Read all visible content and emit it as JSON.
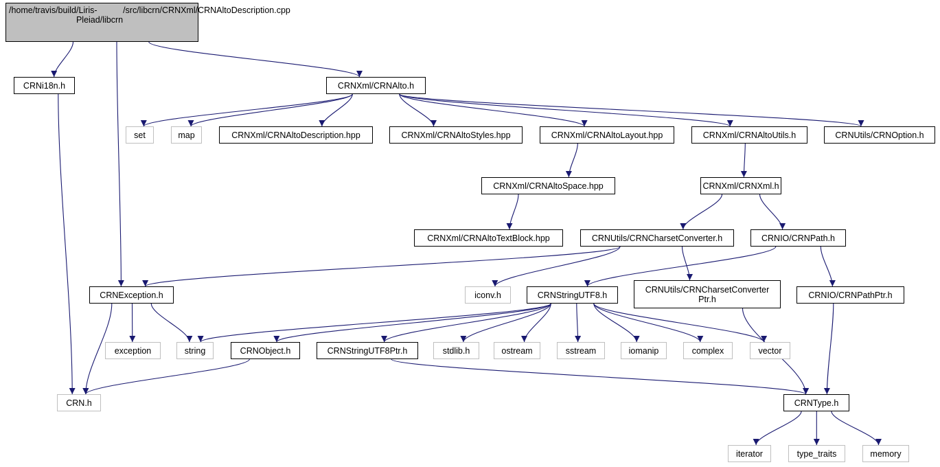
{
  "graph": {
    "colors": {
      "edge": "#191970",
      "local_border": "#000000",
      "system_border": "#bfbfbf",
      "root_fill": "#bfbfbf"
    },
    "nodes": {
      "root": {
        "lines": [
          "/home/travis/build",
          "/Liris-Pleiad/libcrn",
          "/src/libcrn/CRNXml/CRNAltoDescription.cpp"
        ],
        "kind": "root"
      },
      "crni18n": {
        "lines": [
          "CRNi18n.h"
        ],
        "kind": "local"
      },
      "crnalto": {
        "lines": [
          "CRNXml/CRNAlto.h"
        ],
        "kind": "local"
      },
      "set": {
        "lines": [
          "set"
        ],
        "kind": "system"
      },
      "map": {
        "lines": [
          "map"
        ],
        "kind": "system"
      },
      "altodesc": {
        "lines": [
          "CRNXml/CRNAltoDescription.hpp"
        ],
        "kind": "local"
      },
      "altostyles": {
        "lines": [
          "CRNXml/CRNAltoStyles.hpp"
        ],
        "kind": "local"
      },
      "altolayout": {
        "lines": [
          "CRNXml/CRNAltoLayout.hpp"
        ],
        "kind": "local"
      },
      "altoutils": {
        "lines": [
          "CRNXml/CRNAltoUtils.h"
        ],
        "kind": "local"
      },
      "crnoption": {
        "lines": [
          "CRNUtils/CRNOption.h"
        ],
        "kind": "local"
      },
      "altospace": {
        "lines": [
          "CRNXml/CRNAltoSpace.hpp"
        ],
        "kind": "local"
      },
      "crnxml": {
        "lines": [
          "CRNXml/CRNXml.h"
        ],
        "kind": "local"
      },
      "altotextblock": {
        "lines": [
          "CRNXml/CRNAltoTextBlock.hpp"
        ],
        "kind": "local"
      },
      "charsetconv": {
        "lines": [
          "CRNUtils/CRNCharsetConverter.h"
        ],
        "kind": "local"
      },
      "crnpath": {
        "lines": [
          "CRNIO/CRNPath.h"
        ],
        "kind": "local"
      },
      "crnexception": {
        "lines": [
          "CRNException.h"
        ],
        "kind": "local"
      },
      "iconv": {
        "lines": [
          "iconv.h"
        ],
        "kind": "system"
      },
      "stringutf8": {
        "lines": [
          "CRNStringUTF8.h"
        ],
        "kind": "local"
      },
      "charsetconvptr": {
        "lines": [
          "CRNUtils/CRNCharsetConverter",
          "Ptr.h"
        ],
        "kind": "local"
      },
      "crnpathptr": {
        "lines": [
          "CRNIO/CRNPathPtr.h"
        ],
        "kind": "local"
      },
      "exception": {
        "lines": [
          "exception"
        ],
        "kind": "system"
      },
      "string": {
        "lines": [
          "string"
        ],
        "kind": "system"
      },
      "crnobject": {
        "lines": [
          "CRNObject.h"
        ],
        "kind": "local"
      },
      "stringutf8ptr": {
        "lines": [
          "CRNStringUTF8Ptr.h"
        ],
        "kind": "local"
      },
      "stdlib": {
        "lines": [
          "stdlib.h"
        ],
        "kind": "system"
      },
      "ostream": {
        "lines": [
          "ostream"
        ],
        "kind": "system"
      },
      "sstream": {
        "lines": [
          "sstream"
        ],
        "kind": "system"
      },
      "iomanip": {
        "lines": [
          "iomanip"
        ],
        "kind": "system"
      },
      "complex": {
        "lines": [
          "complex"
        ],
        "kind": "system"
      },
      "vector": {
        "lines": [
          "vector"
        ],
        "kind": "system"
      },
      "crnh": {
        "lines": [
          "CRN.h"
        ],
        "kind": "system"
      },
      "crntype": {
        "lines": [
          "CRNType.h"
        ],
        "kind": "local"
      },
      "iterator": {
        "lines": [
          "iterator"
        ],
        "kind": "system"
      },
      "typetraits": {
        "lines": [
          "type_traits"
        ],
        "kind": "system"
      },
      "memory": {
        "lines": [
          "memory"
        ],
        "kind": "system"
      }
    },
    "edges": [
      [
        "root",
        "crni18n"
      ],
      [
        "root",
        "crnexception"
      ],
      [
        "root",
        "crnalto"
      ],
      [
        "crni18n",
        "crnh"
      ],
      [
        "crnalto",
        "set"
      ],
      [
        "crnalto",
        "map"
      ],
      [
        "crnalto",
        "altodesc"
      ],
      [
        "crnalto",
        "altostyles"
      ],
      [
        "crnalto",
        "altolayout"
      ],
      [
        "crnalto",
        "altoutils"
      ],
      [
        "crnalto",
        "crnoption"
      ],
      [
        "altolayout",
        "altospace"
      ],
      [
        "altospace",
        "altotextblock"
      ],
      [
        "altoutils",
        "crnxml"
      ],
      [
        "crnxml",
        "charsetconv"
      ],
      [
        "crnxml",
        "crnpath"
      ],
      [
        "charsetconv",
        "crnexception"
      ],
      [
        "charsetconv",
        "iconv"
      ],
      [
        "charsetconv",
        "charsetconvptr"
      ],
      [
        "crnpath",
        "stringutf8"
      ],
      [
        "crnpath",
        "crnpathptr"
      ],
      [
        "crnexception",
        "exception"
      ],
      [
        "crnexception",
        "string"
      ],
      [
        "crnexception",
        "crnh"
      ],
      [
        "stringutf8",
        "string"
      ],
      [
        "stringutf8",
        "crnobject"
      ],
      [
        "stringutf8",
        "stringutf8ptr"
      ],
      [
        "stringutf8",
        "stdlib"
      ],
      [
        "stringutf8",
        "ostream"
      ],
      [
        "stringutf8",
        "sstream"
      ],
      [
        "stringutf8",
        "iomanip"
      ],
      [
        "stringutf8",
        "complex"
      ],
      [
        "stringutf8",
        "vector"
      ],
      [
        "crnobject",
        "crnh"
      ],
      [
        "stringutf8ptr",
        "crntype"
      ],
      [
        "charsetconvptr",
        "crntype"
      ],
      [
        "crnpathptr",
        "crntype"
      ],
      [
        "crntype",
        "iterator"
      ],
      [
        "crntype",
        "typetraits"
      ],
      [
        "crntype",
        "memory"
      ]
    ]
  }
}
